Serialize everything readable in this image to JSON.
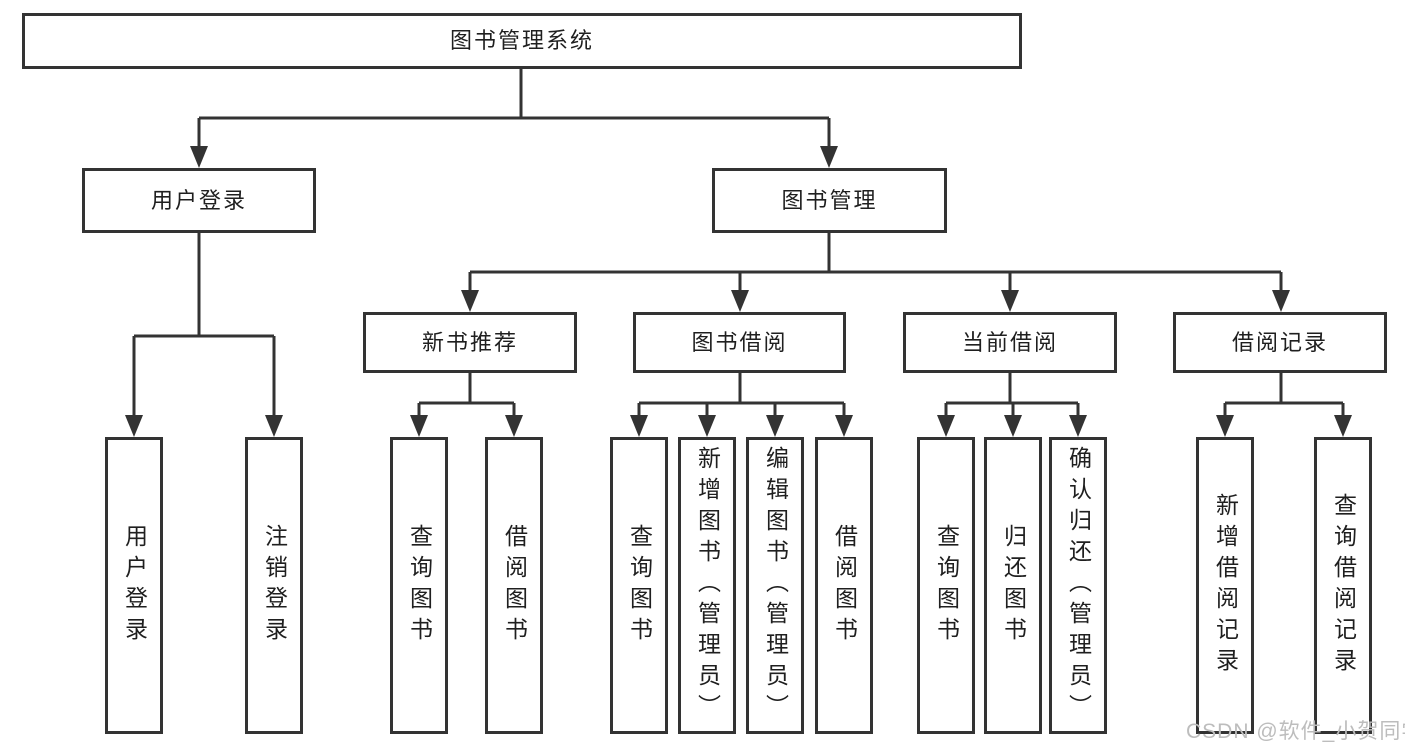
{
  "nodes": {
    "root": {
      "label": "图书管理系统"
    },
    "user_login": {
      "label": "用户登录"
    },
    "book_mgmt": {
      "label": "图书管理"
    },
    "new_book_rec": {
      "label": "新书推荐"
    },
    "book_borrow": {
      "label": "图书借阅"
    },
    "current_borrow": {
      "label": "当前借阅"
    },
    "borrow_record": {
      "label": "借阅记录"
    },
    "leaf_user_login": {
      "label": "用户登录"
    },
    "leaf_logout": {
      "label": "注销登录"
    },
    "leaf_query_book_1": {
      "label": "查询图书"
    },
    "leaf_borrow_book_1": {
      "label": "借阅图书"
    },
    "leaf_query_book_2": {
      "label": "查询图书"
    },
    "leaf_add_book": {
      "label": "新增图书（管理员）"
    },
    "leaf_edit_book": {
      "label": "编辑图书（管理员）"
    },
    "leaf_borrow_book_2": {
      "label": "借阅图书"
    },
    "leaf_query_book_3": {
      "label": "查询图书"
    },
    "leaf_return_book": {
      "label": "归还图书"
    },
    "leaf_confirm_return": {
      "label": "确认归还（管理员）"
    },
    "leaf_add_record": {
      "label": "新增借阅记录"
    },
    "leaf_query_record": {
      "label": "查询借阅记录"
    }
  },
  "watermark": "CSDN @软件_小贺同学",
  "colors": {
    "line": "#333333",
    "box_border": "#333333",
    "box_bg": "#ffffff",
    "text": "#1f1f1f",
    "watermark": "#bdbdbd"
  }
}
